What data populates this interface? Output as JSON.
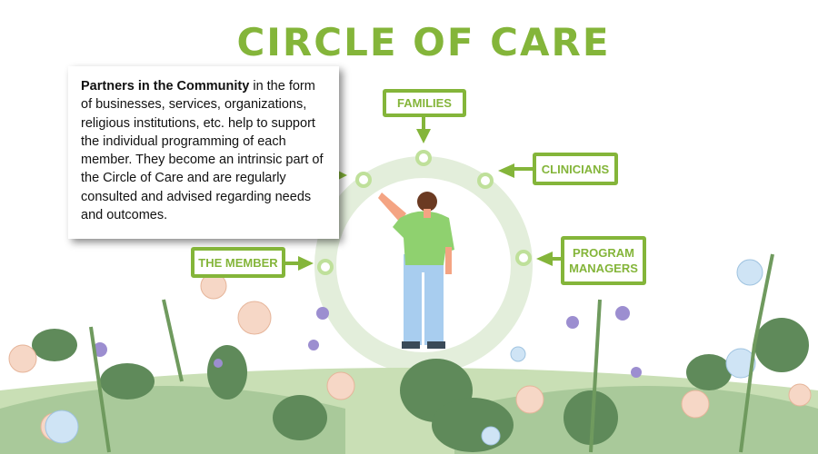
{
  "title": "CIRCLE OF CARE",
  "popup": {
    "bold": "Partners in the Community",
    "text": " in the form of businesses, services, organizations, religious institutions, etc. help to support the individual programming of each member. They become an intrinsic part of the Circle of Care and are regularly consulted and advised regarding needs and outcomes."
  },
  "labels": {
    "families": "FAMILIES",
    "clinicians": "CLINICIANS",
    "program_managers": "PROGRAM MANAGERS",
    "member": "THE MEMBER"
  },
  "colors": {
    "accent": "#84b53a",
    "ring": "#e3eedb"
  }
}
